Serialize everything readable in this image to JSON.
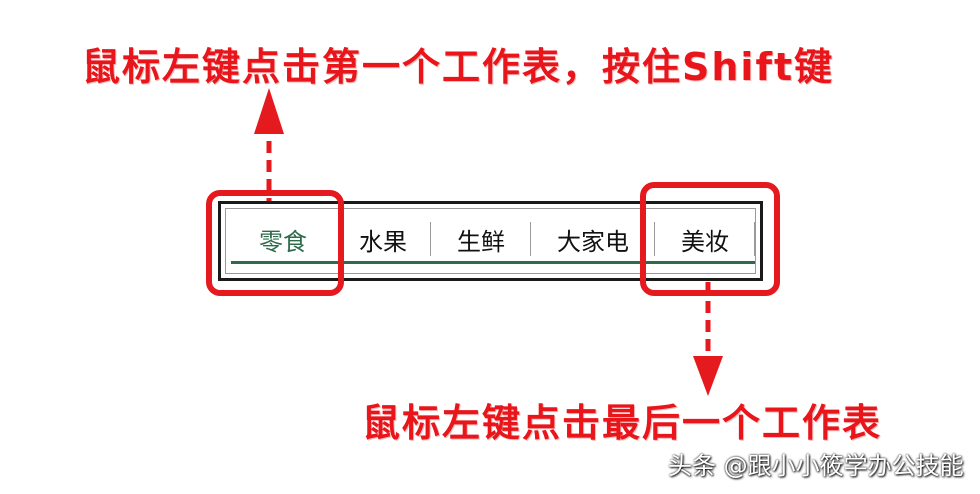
{
  "captions": {
    "top": "鼠标左键点击第一个工作表，按住Shift键",
    "bottom": "鼠标左键点击最后一个工作表"
  },
  "sheet_tabs": [
    {
      "label": "零食",
      "active": true
    },
    {
      "label": "水果",
      "active": false
    },
    {
      "label": "生鲜",
      "active": false
    },
    {
      "label": "大家电",
      "active": false
    },
    {
      "label": "美妆",
      "active": false
    }
  ],
  "watermark": "头条 @跟小小筱学办公技能",
  "colors": {
    "annotation_red": "#e51a1f",
    "active_tab_text": "#2d6b4a",
    "tab_underline": "#2d6b4a"
  }
}
